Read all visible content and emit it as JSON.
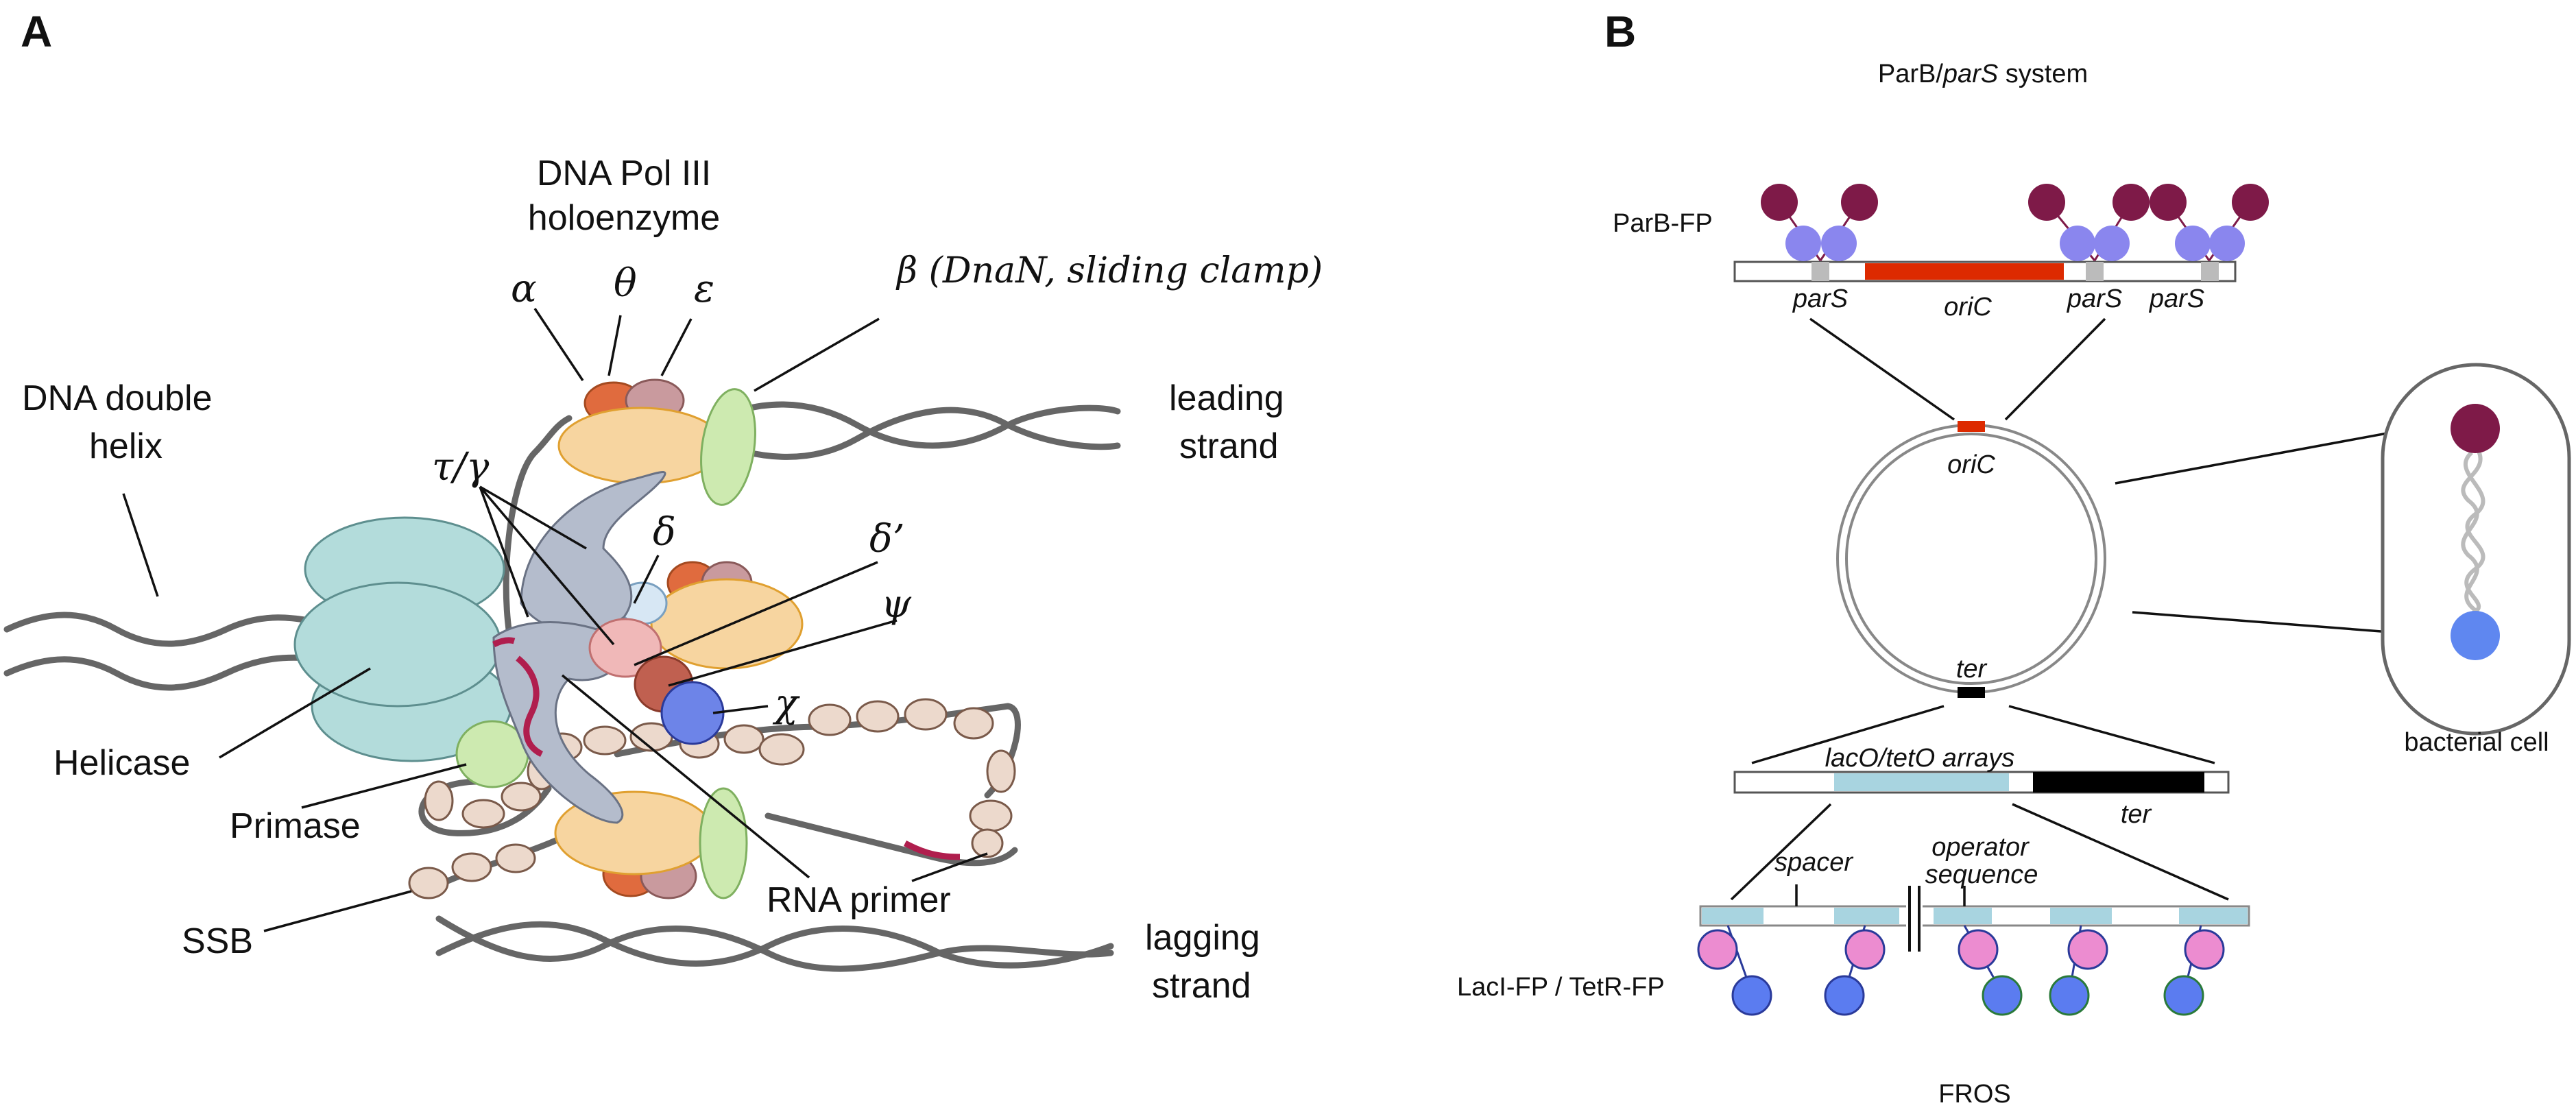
{
  "panel_a": {
    "letter": "A",
    "pol_title_line1": "DNA Pol III",
    "pol_title_line2": "holoenzyme",
    "alpha": "α",
    "theta": "θ",
    "epsilon": "ε",
    "beta": "β (DnaN, sliding clamp)",
    "dna_helix_line1": "DNA double",
    "dna_helix_line2": "helix",
    "tau_gamma": "τ/γ",
    "delta": "δ",
    "delta_prime": "δ’",
    "psi": "ψ",
    "chi": "χ",
    "leading_line1": "leading",
    "leading_line2": "strand",
    "lagging_line1": "lagging",
    "lagging_line2": "strand",
    "helicase": "Helicase",
    "primase": "Primase",
    "ssb": "SSB",
    "rna_primer": "RNA primer"
  },
  "panel_b": {
    "letter": "B",
    "system_title_pre": "ParB/",
    "system_title_ital": "parS",
    "system_title_post": " system",
    "parb_fp": "ParB-FP",
    "pars_1": "parS",
    "oric_bar": "oriC",
    "pars_2": "parS",
    "pars_3": "parS",
    "oric_chrom": "oriC",
    "ter_chrom": "ter",
    "bacterial_cell": "bacterial cell",
    "arrays": "lacO/tetO arrays",
    "ter_bar": "ter",
    "spacer": "spacer",
    "operator_line1": "operator",
    "operator_line2": "sequence",
    "laci": "LacI-FP / TetR-FP",
    "fros": "FROS"
  },
  "colors": {
    "helicase": "#b3dcdb",
    "pol_core": "#f7d5a0",
    "clamp": "#cdeab0",
    "tau": "#b4bccc",
    "ssb": "#ecd9cc",
    "rna": "#b01e4e",
    "orange_red": "#e06b3e",
    "parb_dark": "#7e1a48",
    "parb_light": "#8a86ee",
    "oric_red": "#dd2a00",
    "array_blue": "#a8d4e0",
    "repressor_pink": "#ec8cd0",
    "repressor_blue": "#5b7cf0",
    "cell_blue": "#5f87f0"
  }
}
